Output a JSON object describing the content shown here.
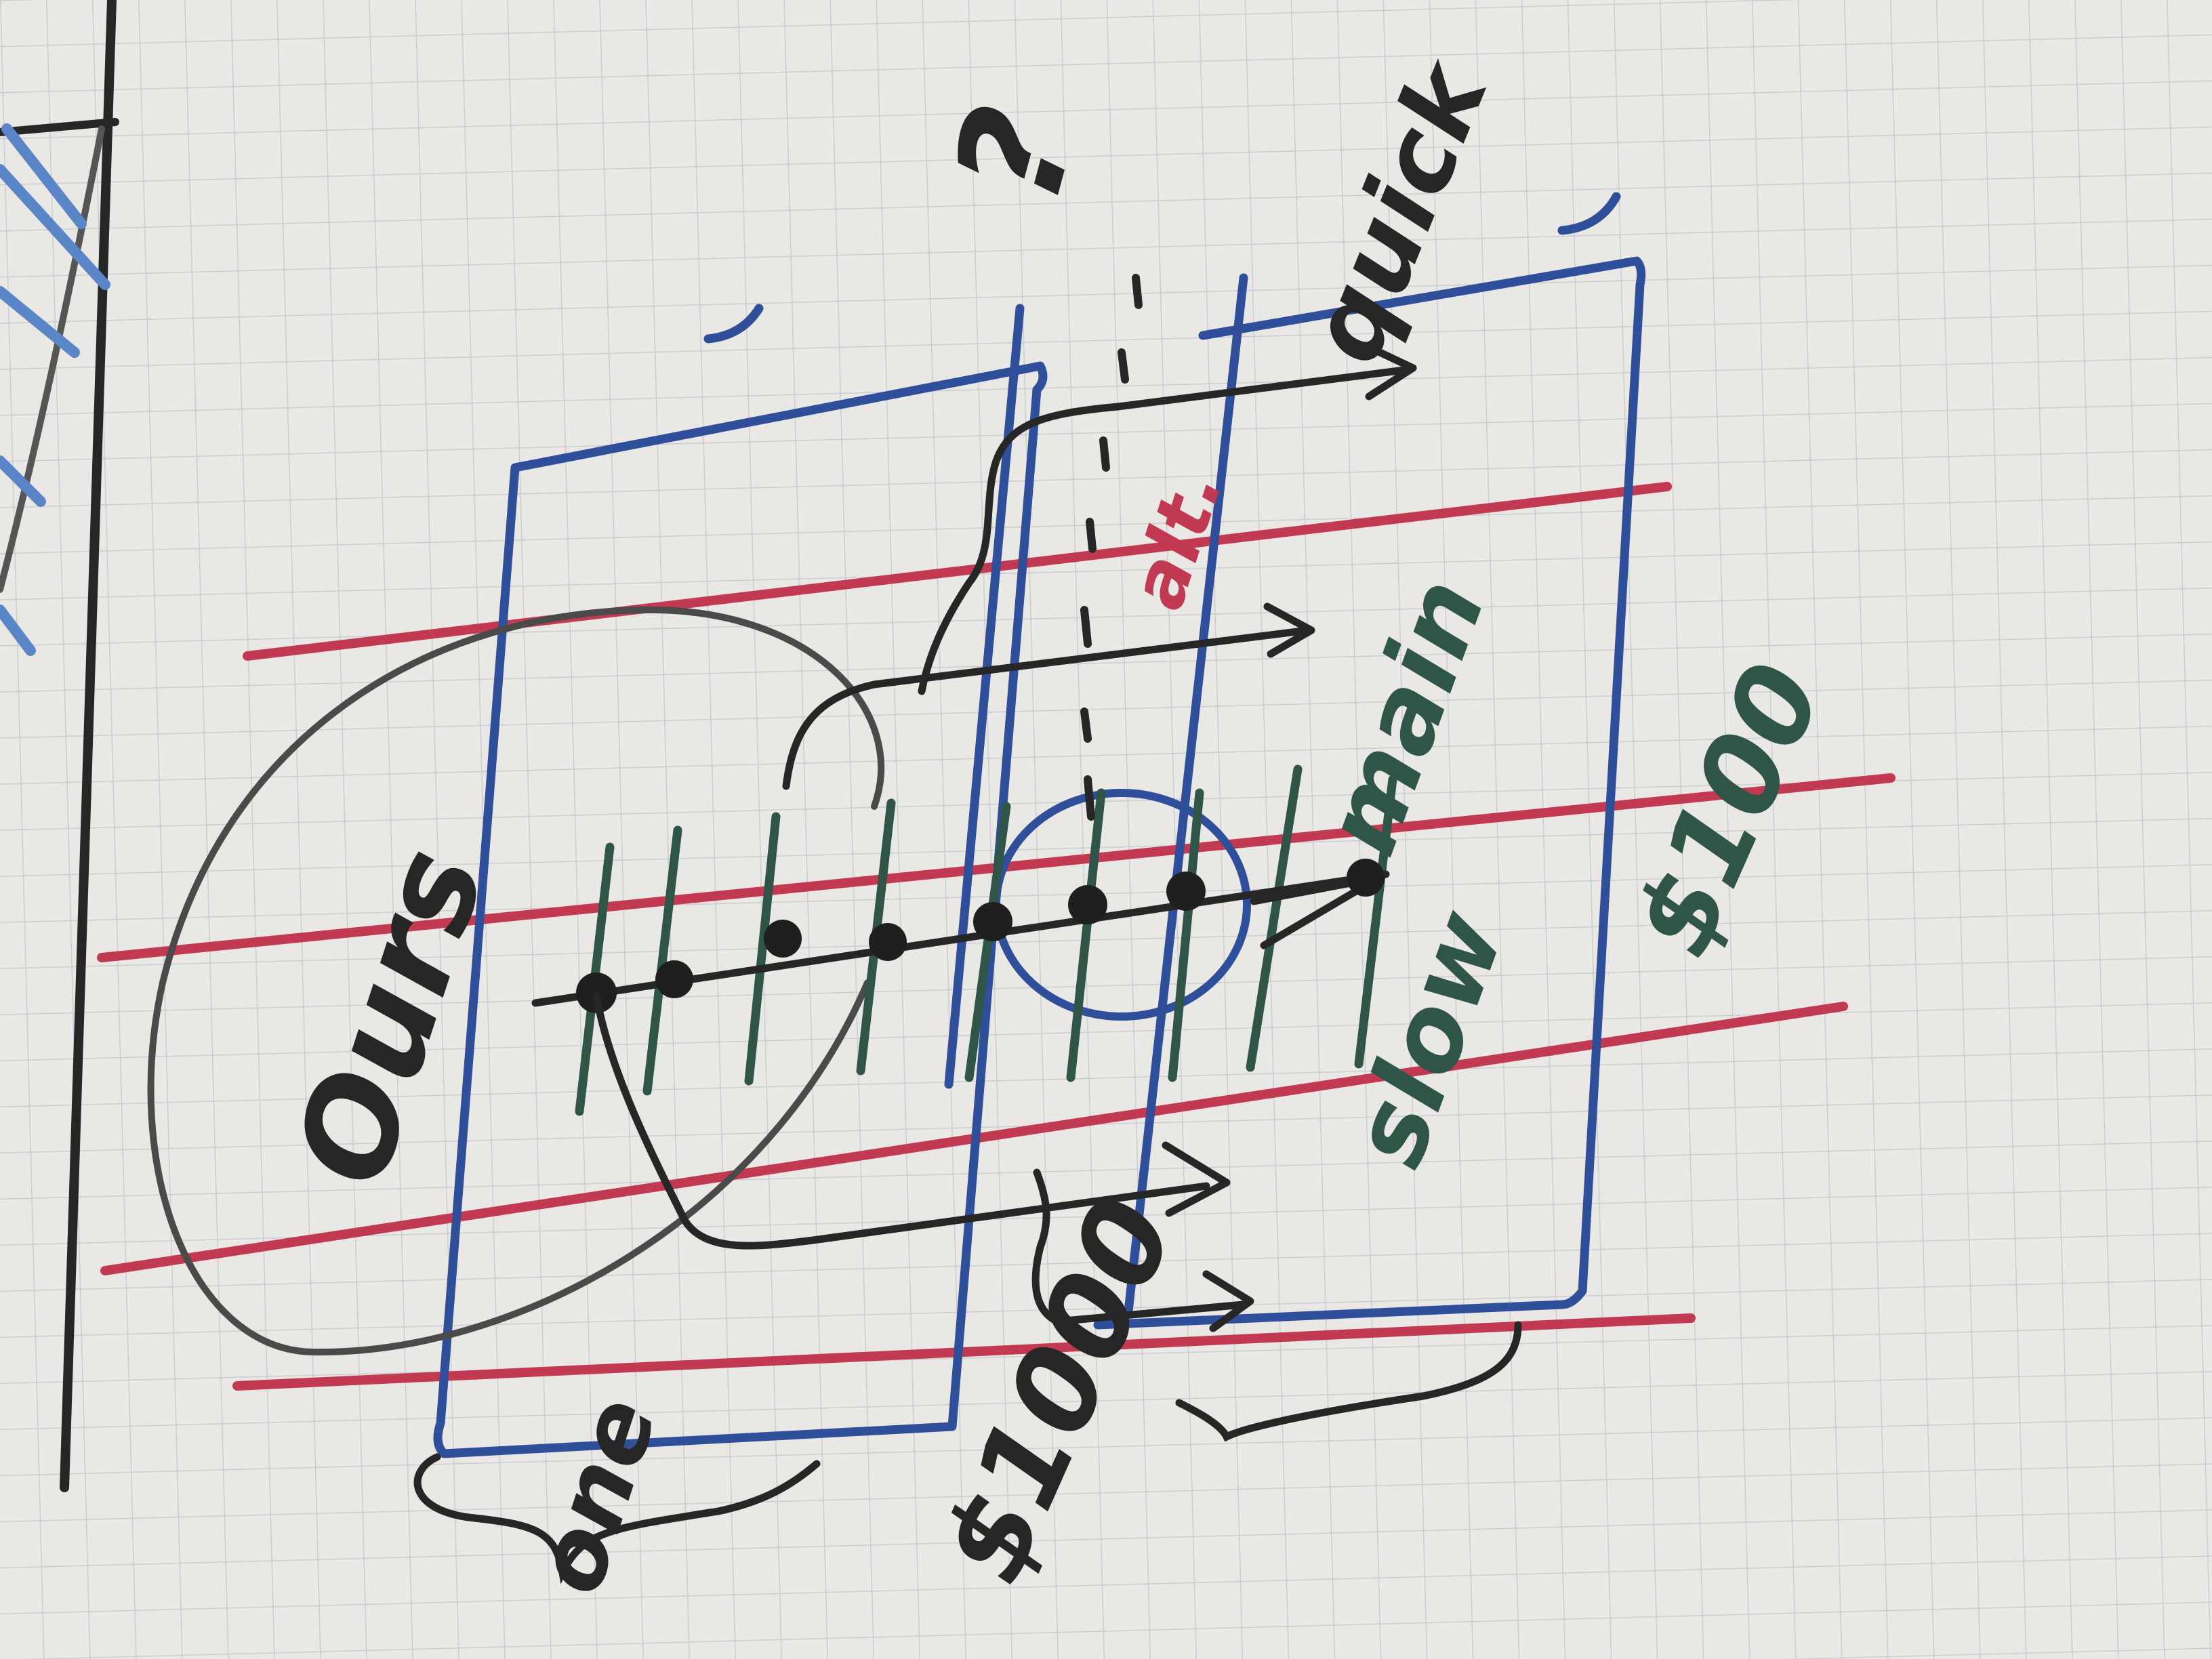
{
  "colors": {
    "paper": "#e9e8e4",
    "grid": "#c9ccd2",
    "ink_black": "#262626",
    "ink_blue": "#2f4f9a",
    "ink_red": "#c23a52",
    "ink_green": "#2f5448",
    "marker_light_blue": "#5a86c8"
  },
  "labels": {
    "left_cluster": "Ours",
    "one": "one",
    "price_mid": "$1000",
    "price_right": "$100",
    "slow": "slow",
    "main": "main",
    "question": "?",
    "quick": "quick",
    "alt": "alt."
  },
  "icons": {
    "grid": "grid-paper",
    "arrow": "arrow-icon"
  }
}
